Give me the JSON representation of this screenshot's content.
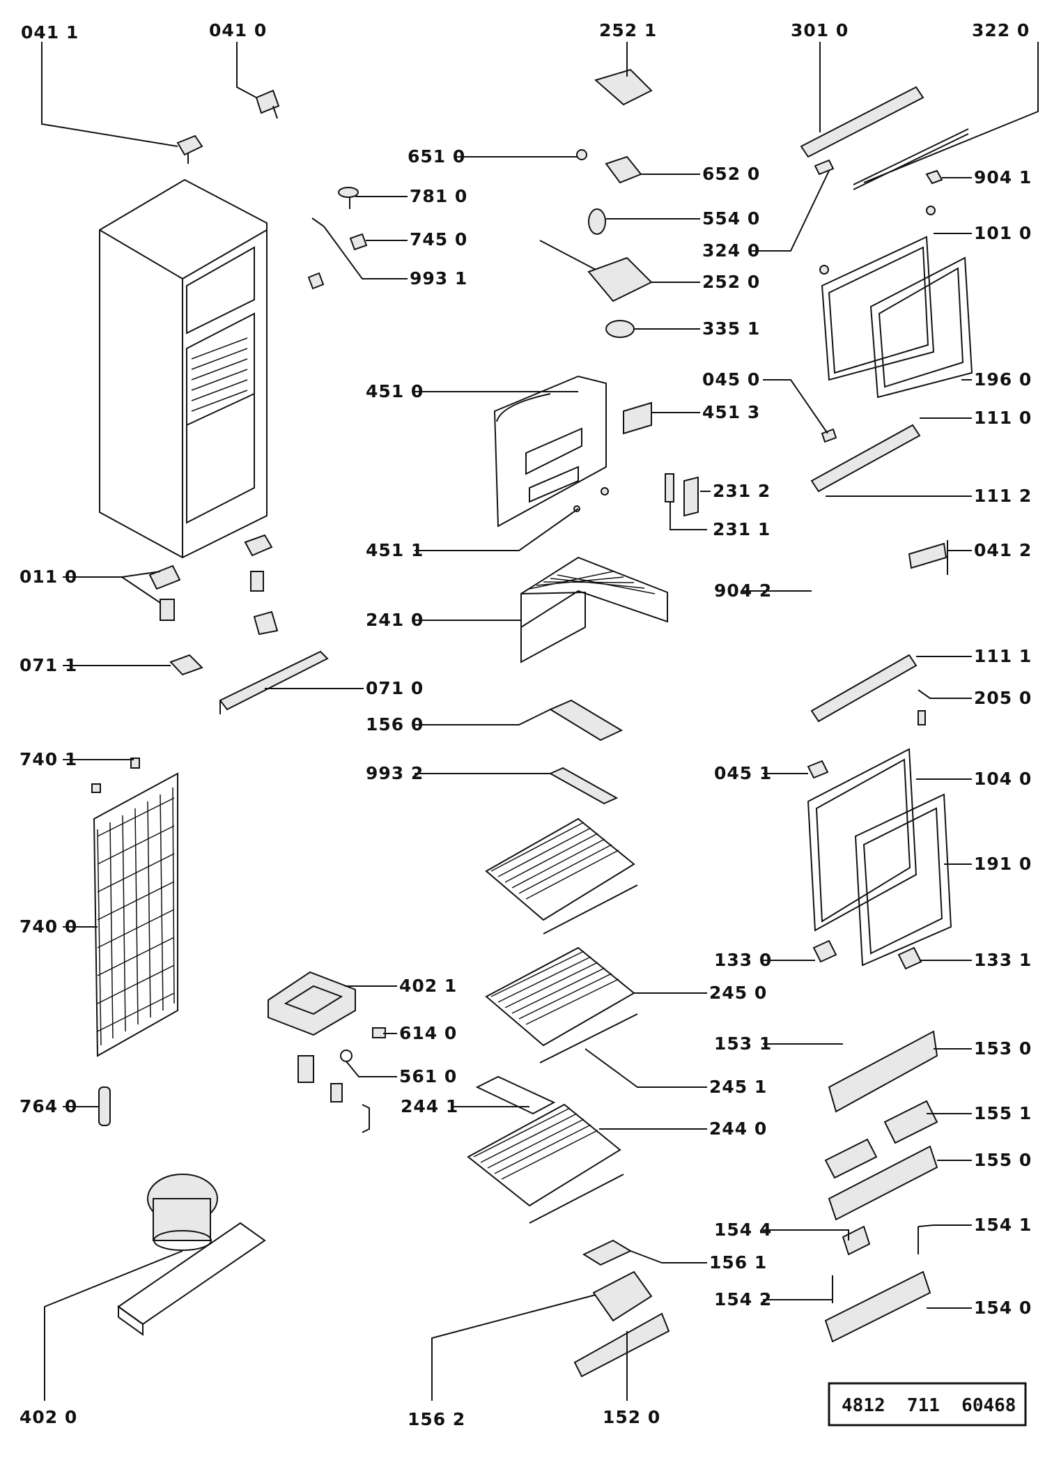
{
  "labels": [
    "041 1",
    "041 0",
    "252 1",
    "301 0",
    "322 0",
    "651 0",
    "652 0",
    "904 1",
    "781 0",
    "554 0",
    "745 0",
    "324 0",
    "101 0",
    "993 1",
    "252 0",
    "335 1",
    "045 0",
    "196 0",
    "451 0",
    "451 3",
    "111 0",
    "231 2",
    "111 2",
    "231 1",
    "451 1",
    "041 2",
    "011 0",
    "241 0",
    "904 2",
    "111 1",
    "071 1",
    "071 0",
    "205 0",
    "156 0",
    "740 1",
    "993 2",
    "045 1",
    "104 0",
    "191 0",
    "740 0",
    "133 0",
    "133 1",
    "402 1",
    "245 0",
    "614 0",
    "153 1",
    "153 0",
    "561 0",
    "245 1",
    "764 0",
    "244 1",
    "155 1",
    "244 0",
    "155 0",
    "154 4",
    "154 1",
    "156 1",
    "154 2",
    "154 0",
    "402 0",
    "156 2",
    "152 0"
  ],
  "document_number": "4812  711  60468"
}
